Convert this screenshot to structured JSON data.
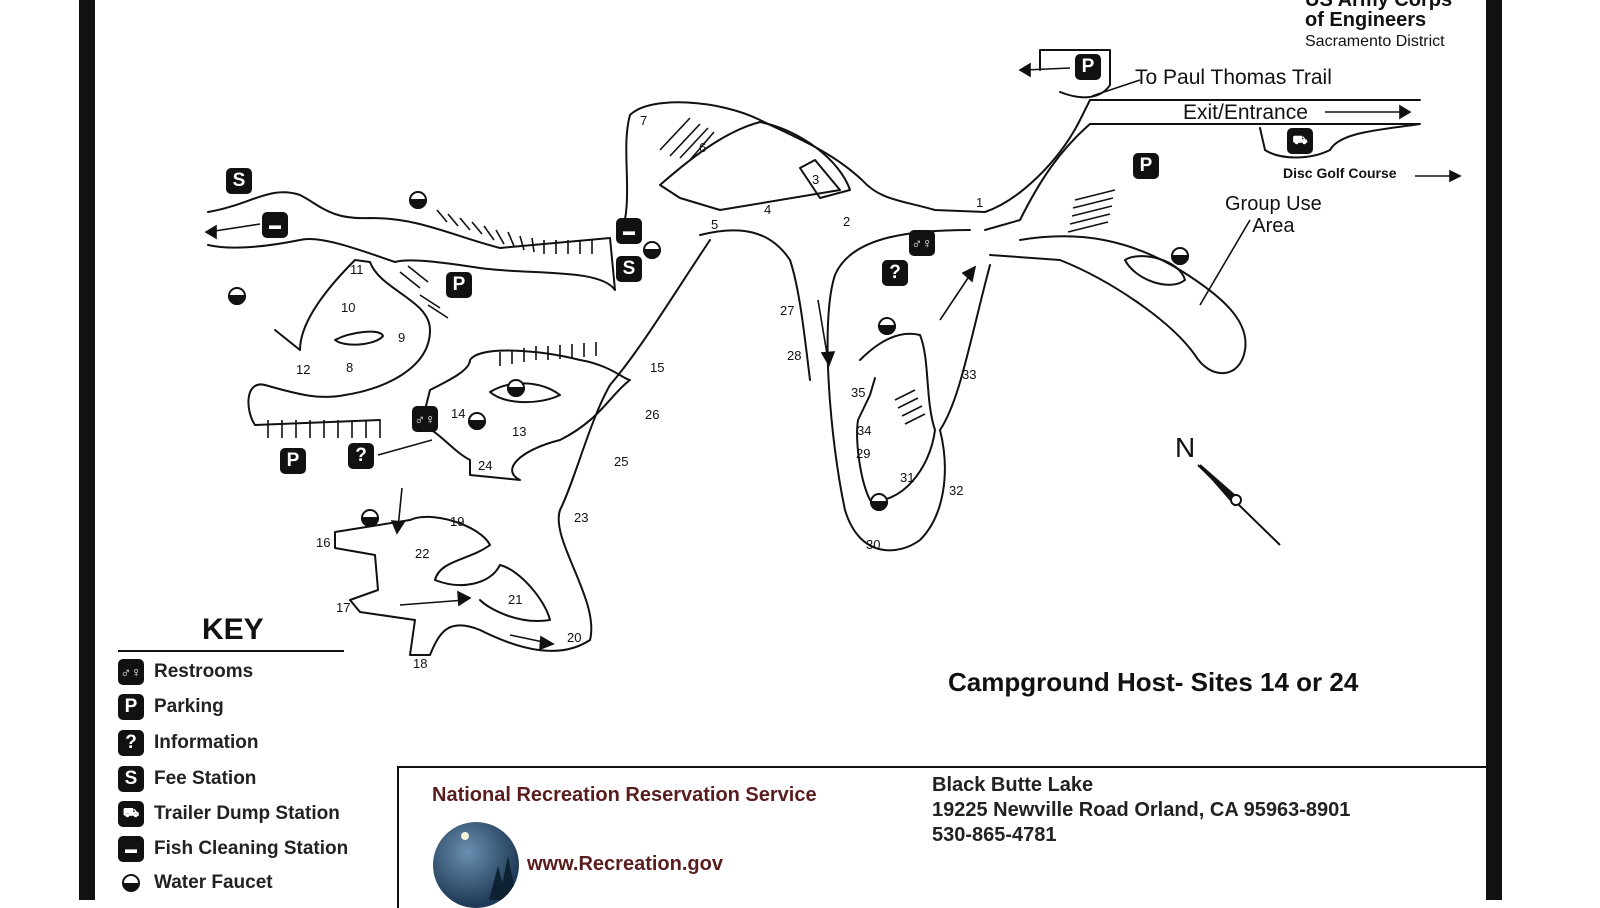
{
  "header": {
    "agency_line1": "US Army Corps",
    "agency_line2": "of Engineers",
    "agency_district": "Sacramento District"
  },
  "labels": {
    "paul_thomas_trail": "To Paul Thomas Trail",
    "exit_entrance": "Exit/Entrance",
    "disc_golf": "Disc Golf Course",
    "group_use_line1": "Group Use",
    "group_use_line2": "Area",
    "north": "N",
    "campground_host": "Campground Host- Sites 14 or 24"
  },
  "sites": [
    "1",
    "2",
    "3",
    "4",
    "5",
    "6",
    "7",
    "8",
    "9",
    "10",
    "11",
    "12",
    "13",
    "14",
    "15",
    "16",
    "17",
    "18",
    "19",
    "20",
    "21",
    "22",
    "23",
    "24",
    "25",
    "26",
    "27",
    "28",
    "29",
    "30",
    "31",
    "32",
    "33",
    "34",
    "35"
  ],
  "key": {
    "title": "KEY",
    "items": [
      {
        "icon": "restrooms-icon",
        "label": "Restrooms"
      },
      {
        "icon": "parking-icon",
        "label": "Parking"
      },
      {
        "icon": "information-icon",
        "label": "Information"
      },
      {
        "icon": "fee-station-icon",
        "label": "Fee Station"
      },
      {
        "icon": "trailer-dump-icon",
        "label": "Trailer Dump Station"
      },
      {
        "icon": "fish-cleaning-icon",
        "label": "Fish Cleaning Station"
      },
      {
        "icon": "water-faucet-icon",
        "label": "Water Faucet"
      }
    ],
    "glyphs": {
      "parking": "P",
      "information": "?",
      "fee": "S"
    }
  },
  "footer": {
    "service": "National Recreation Reservation Service",
    "website": "www.Recreation.gov",
    "place": "Black Butte Lake",
    "address": "19225 Newville Road Orland, CA 95963-8901",
    "phone": "530-865-4781"
  },
  "colors": {
    "ink": "#111111",
    "footer_text": "#5a1d1d"
  }
}
